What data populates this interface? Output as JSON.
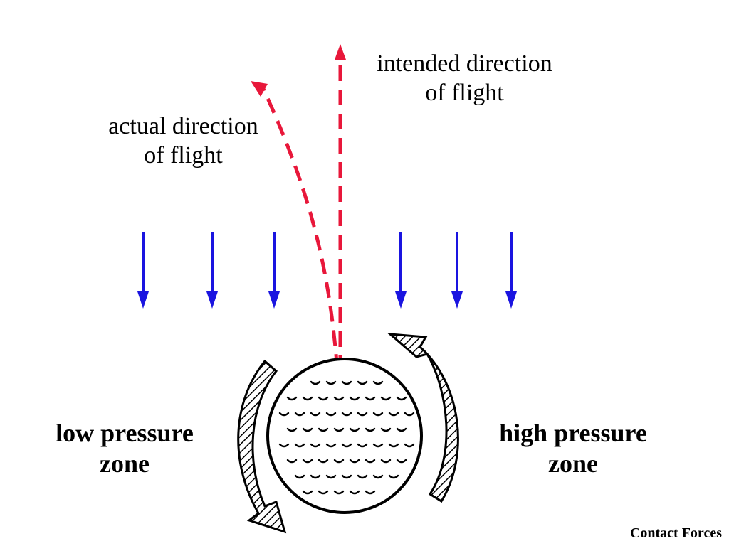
{
  "labels": {
    "intended": [
      "intended direction",
      "of flight"
    ],
    "actual": [
      "actual direction",
      "of flight"
    ],
    "low": [
      "low pressure",
      "zone"
    ],
    "high": [
      "high pressure",
      "zone"
    ]
  },
  "footer": "Contact Forces",
  "colors": {
    "flight_path": "#e8173a",
    "airflow": "#1a14e0",
    "ink": "#000000"
  }
}
